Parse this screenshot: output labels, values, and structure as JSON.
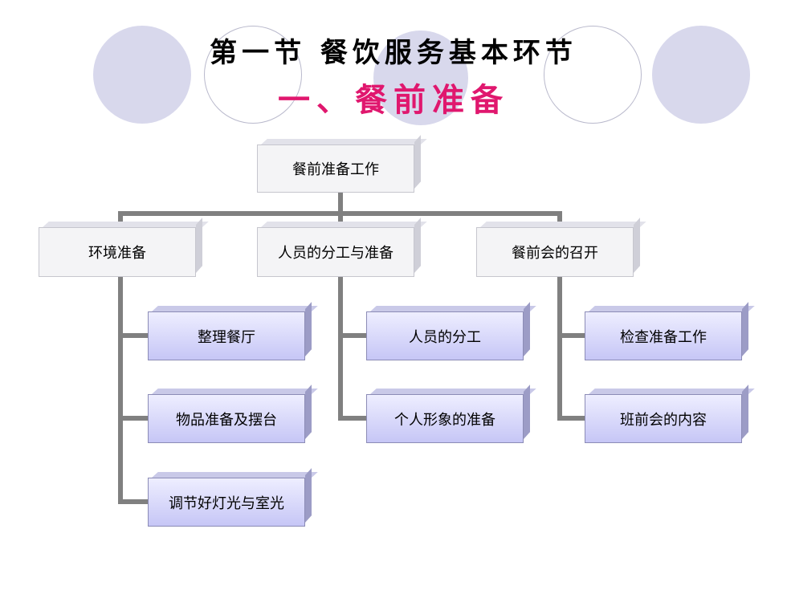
{
  "header": {
    "title": "第一节  餐饮服务基本环节",
    "subtitle": "一、餐前准备"
  },
  "colors": {
    "subtitle": "#e0176e",
    "connector": "#808080",
    "decor_circle": "#d8d8ec",
    "leaf_box": "#c6c6f6"
  },
  "org": {
    "root": "餐前准备工作",
    "branches": [
      {
        "label": "环境准备",
        "children": [
          "整理餐厅",
          "物品准备及摆台",
          "调节好灯光与室光"
        ]
      },
      {
        "label": "人员的分工与准备",
        "children": [
          "人员的分工",
          "个人形象的准备"
        ]
      },
      {
        "label": "餐前会的召开",
        "children": [
          "检查准备工作",
          "班前会的内容"
        ]
      }
    ]
  }
}
